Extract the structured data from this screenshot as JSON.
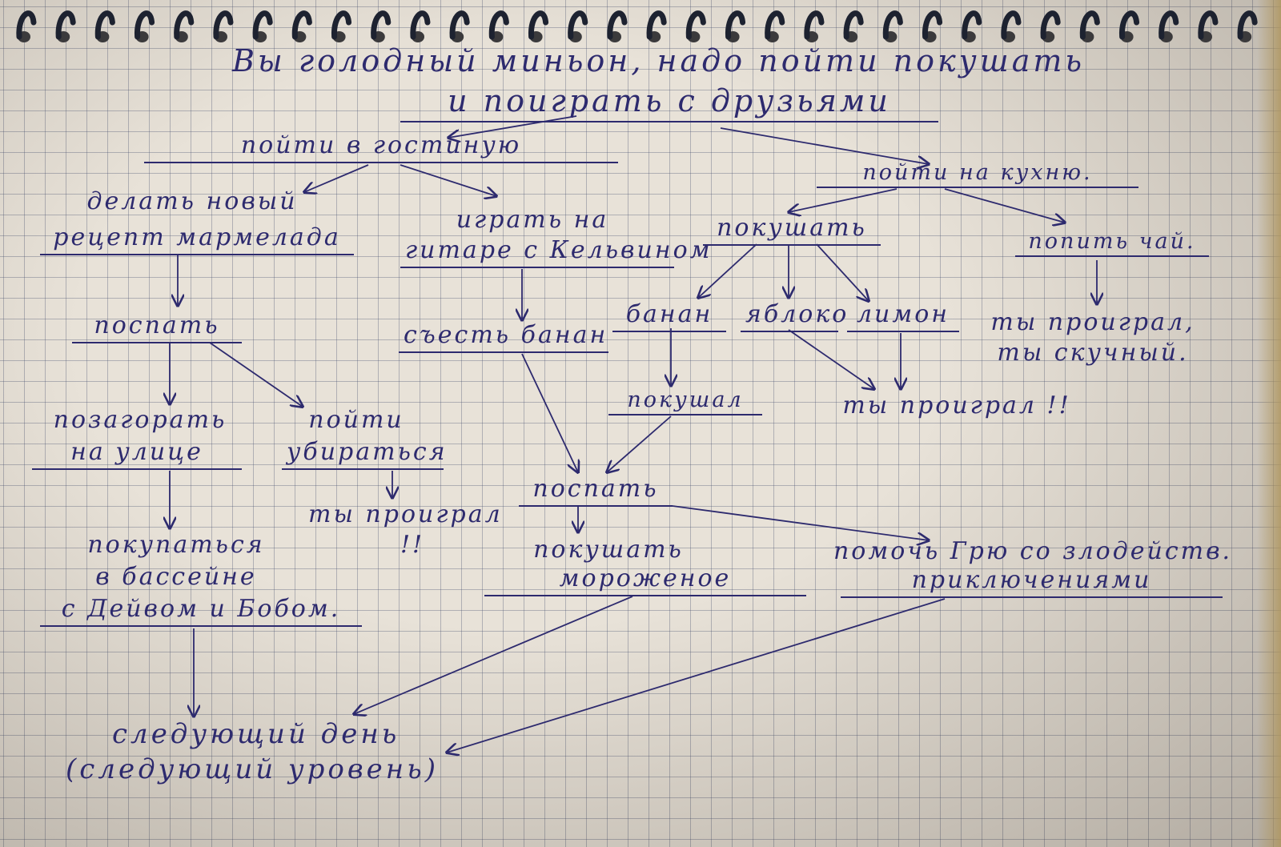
{
  "diagram": {
    "title_line1": "Вы голодный миньон, надо пойти покушать",
    "title_line2": "и поиграть с друзьями",
    "nodes": {
      "living_room": "пойти в гостиную",
      "kitchen": "пойти на кухню.",
      "recipe_line1": "делать новый",
      "recipe_line2": "рецепт мармелада",
      "guitar_line1": "играть на",
      "guitar_line2": "гитаре с Кельвином",
      "eat": "покушать",
      "drink_tea": "попить чай.",
      "sleep_left": "поспать",
      "eat_banana": "съесть банан",
      "banana": "банан",
      "apple": "яблоко",
      "lemon": "лимон",
      "lost_bored_line1": "ты проиграл,",
      "lost_bored_line2": "ты скучный.",
      "ate": "покушал",
      "lost_right": "ты проиграл !!",
      "sunbathe_line1": "позагорать",
      "sunbathe_line2": "на улице",
      "clean_line1": "пойти",
      "clean_line2": "убираться",
      "sleep_center": "поспать",
      "lost_center_line1": "ты проиграл",
      "lost_center_line2": "!!",
      "swim_line1": "покупаться",
      "swim_line2": "в бассейне",
      "swim_line3": "с Дейвом и Бобом.",
      "icecream_line1": "покушать",
      "icecream_line2": "мороженое",
      "gru_line1": "помочь Грю со злодейств.",
      "gru_line2": "приключениями",
      "next_day_line1": "следующий день",
      "next_day_line2": "(следующий уровень)"
    }
  },
  "colors": {
    "ink": "#2d2a6e",
    "paper": "#e8e2d8",
    "grid": "#7a8398"
  }
}
